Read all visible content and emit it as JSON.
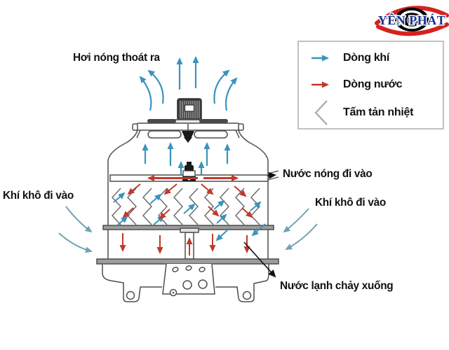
{
  "logo": {
    "text": "YÊN PHÁT"
  },
  "legend": {
    "items": [
      {
        "label": "Dòng khí",
        "icon": "air-flow-arrow"
      },
      {
        "label": "Dòng nước",
        "icon": "water-flow-arrow"
      },
      {
        "label": "Tấm tản nhiệt",
        "icon": "heat-sink-zigzag"
      }
    ]
  },
  "labels": {
    "hot_air_out": "Hơi nóng thoát ra",
    "hot_water_in": "Nước nóng đi vào",
    "dry_air_in_left": "Khí khô đi vào",
    "dry_air_in_right": "Khí khô đi vào",
    "cold_water_down": "Nước lạnh chảy xuống"
  },
  "colors": {
    "air": "#3a93bd",
    "water": "#c0392b",
    "side-air": "#6fa3b5",
    "outline": "#4d4d4d",
    "label": "#111111",
    "legend-border": "#c2c2c2",
    "logo-red": "#d6221f",
    "logo-blue": "#17328f",
    "plate": "#9c9c9c"
  }
}
